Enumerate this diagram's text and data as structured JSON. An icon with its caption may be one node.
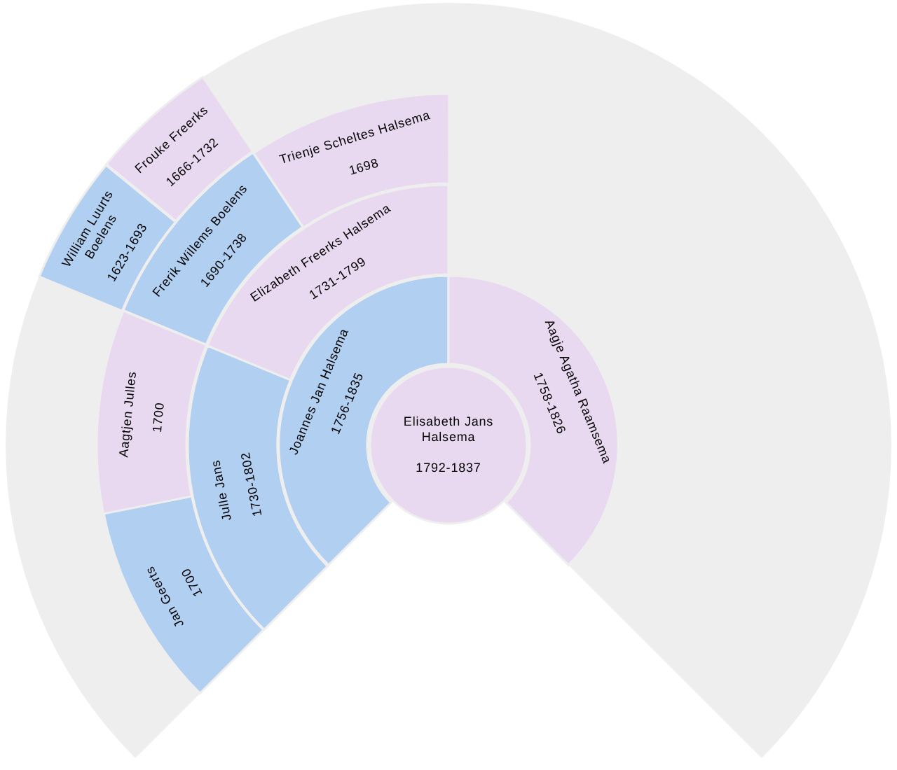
{
  "diagram": {
    "nodes": [
      {
        "text": [
          "Elisabeth Jans Halsema",
          "1792-1837"
        ]
      },
      {
        "text": [
          "Joannes Jan Halsema",
          "1756-1835"
        ]
      },
      {
        "text": [
          "Aagje Agatha Raamsema",
          "1758-1826"
        ]
      },
      {
        "text": [
          "Julle Jans",
          "1730-1802"
        ]
      },
      {
        "text": [
          "Elizabeth Freerks Halsema",
          "1731-1799"
        ]
      },
      {
        "text": [
          "Jan Geerts",
          "1700"
        ]
      },
      {
        "text": [
          "Aagtjen Julles",
          "1700"
        ]
      },
      {
        "text": [
          "Frerik Willems Boelens",
          "1690-1738"
        ]
      },
      {
        "text": [
          "Trienje Scheltes Halsema",
          "1698"
        ]
      },
      {
        "text": [
          "William Luurts Boelens",
          "1623-1693"
        ]
      },
      {
        "text": [
          "Frouke Freerks",
          "1666-1732"
        ]
      }
    ]
  }
}
